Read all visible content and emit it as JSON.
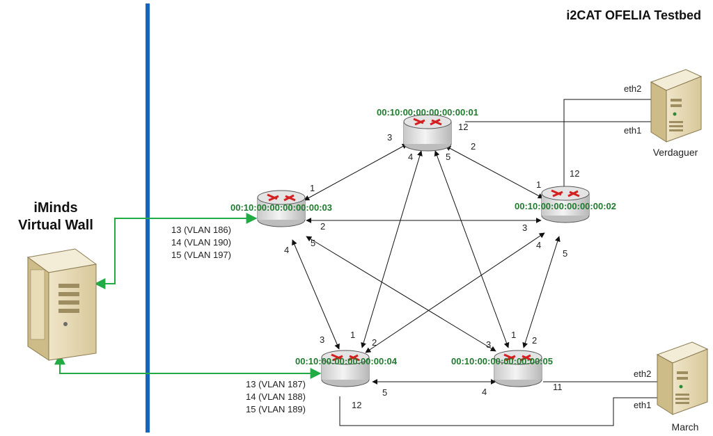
{
  "title": "i2CAT OFELIA Testbed",
  "iminds": {
    "line1": "iMinds",
    "line2": "Virtual Wall"
  },
  "switches": [
    {
      "id": "s1",
      "dpid": "00:10:00:00:00:00:00:01"
    },
    {
      "id": "s2",
      "dpid": "00:10:00:00:00:00:00:02"
    },
    {
      "id": "s3",
      "dpid": "00:10:00:00:00:00:00:03"
    },
    {
      "id": "s4",
      "dpid": "00:10:00:00:00:00:00:04"
    },
    {
      "id": "s5",
      "dpid": "00:10:00:00:00:00:00:05"
    }
  ],
  "servers": {
    "verdaguer": {
      "name": "Verdaguer",
      "if_top": "eth2",
      "if_bottom": "eth1"
    },
    "march": {
      "name": "March",
      "if_top": "eth2",
      "if_bottom": "eth1"
    }
  },
  "vlans": {
    "s3": [
      "13 (VLAN 186)",
      "14 (VLAN 190)",
      "15 (VLAN 197)"
    ],
    "s4": [
      "13 (VLAN 187)",
      "14 (VLAN 188)",
      "15 (VLAN 189)"
    ]
  },
  "ports": {
    "s1": {
      "to_s3": "3",
      "to_s2": "2",
      "to_s4": "4",
      "to_s5": "5",
      "to_verdaguer": "12"
    },
    "s2": {
      "to_s1": "1",
      "to_s3": "3",
      "to_s4": "4",
      "to_s5": "5",
      "to_verdaguer": "12"
    },
    "s3": {
      "to_s1": "1",
      "to_s2": "2",
      "to_s4": "4",
      "to_s5": "5"
    },
    "s4": {
      "to_s1": "1",
      "to_s2": "2",
      "to_s3": "3",
      "to_s5": "5",
      "to_march": "12"
    },
    "s5": {
      "to_s1": "1",
      "to_s2": "2",
      "to_s3": "3",
      "to_s4": "4",
      "to_march": "11"
    }
  },
  "colors": {
    "divider": "#1565c0",
    "vw_link": "#22aa44",
    "dpid": "#1f7a2e",
    "router_arrow": "#d42020"
  }
}
